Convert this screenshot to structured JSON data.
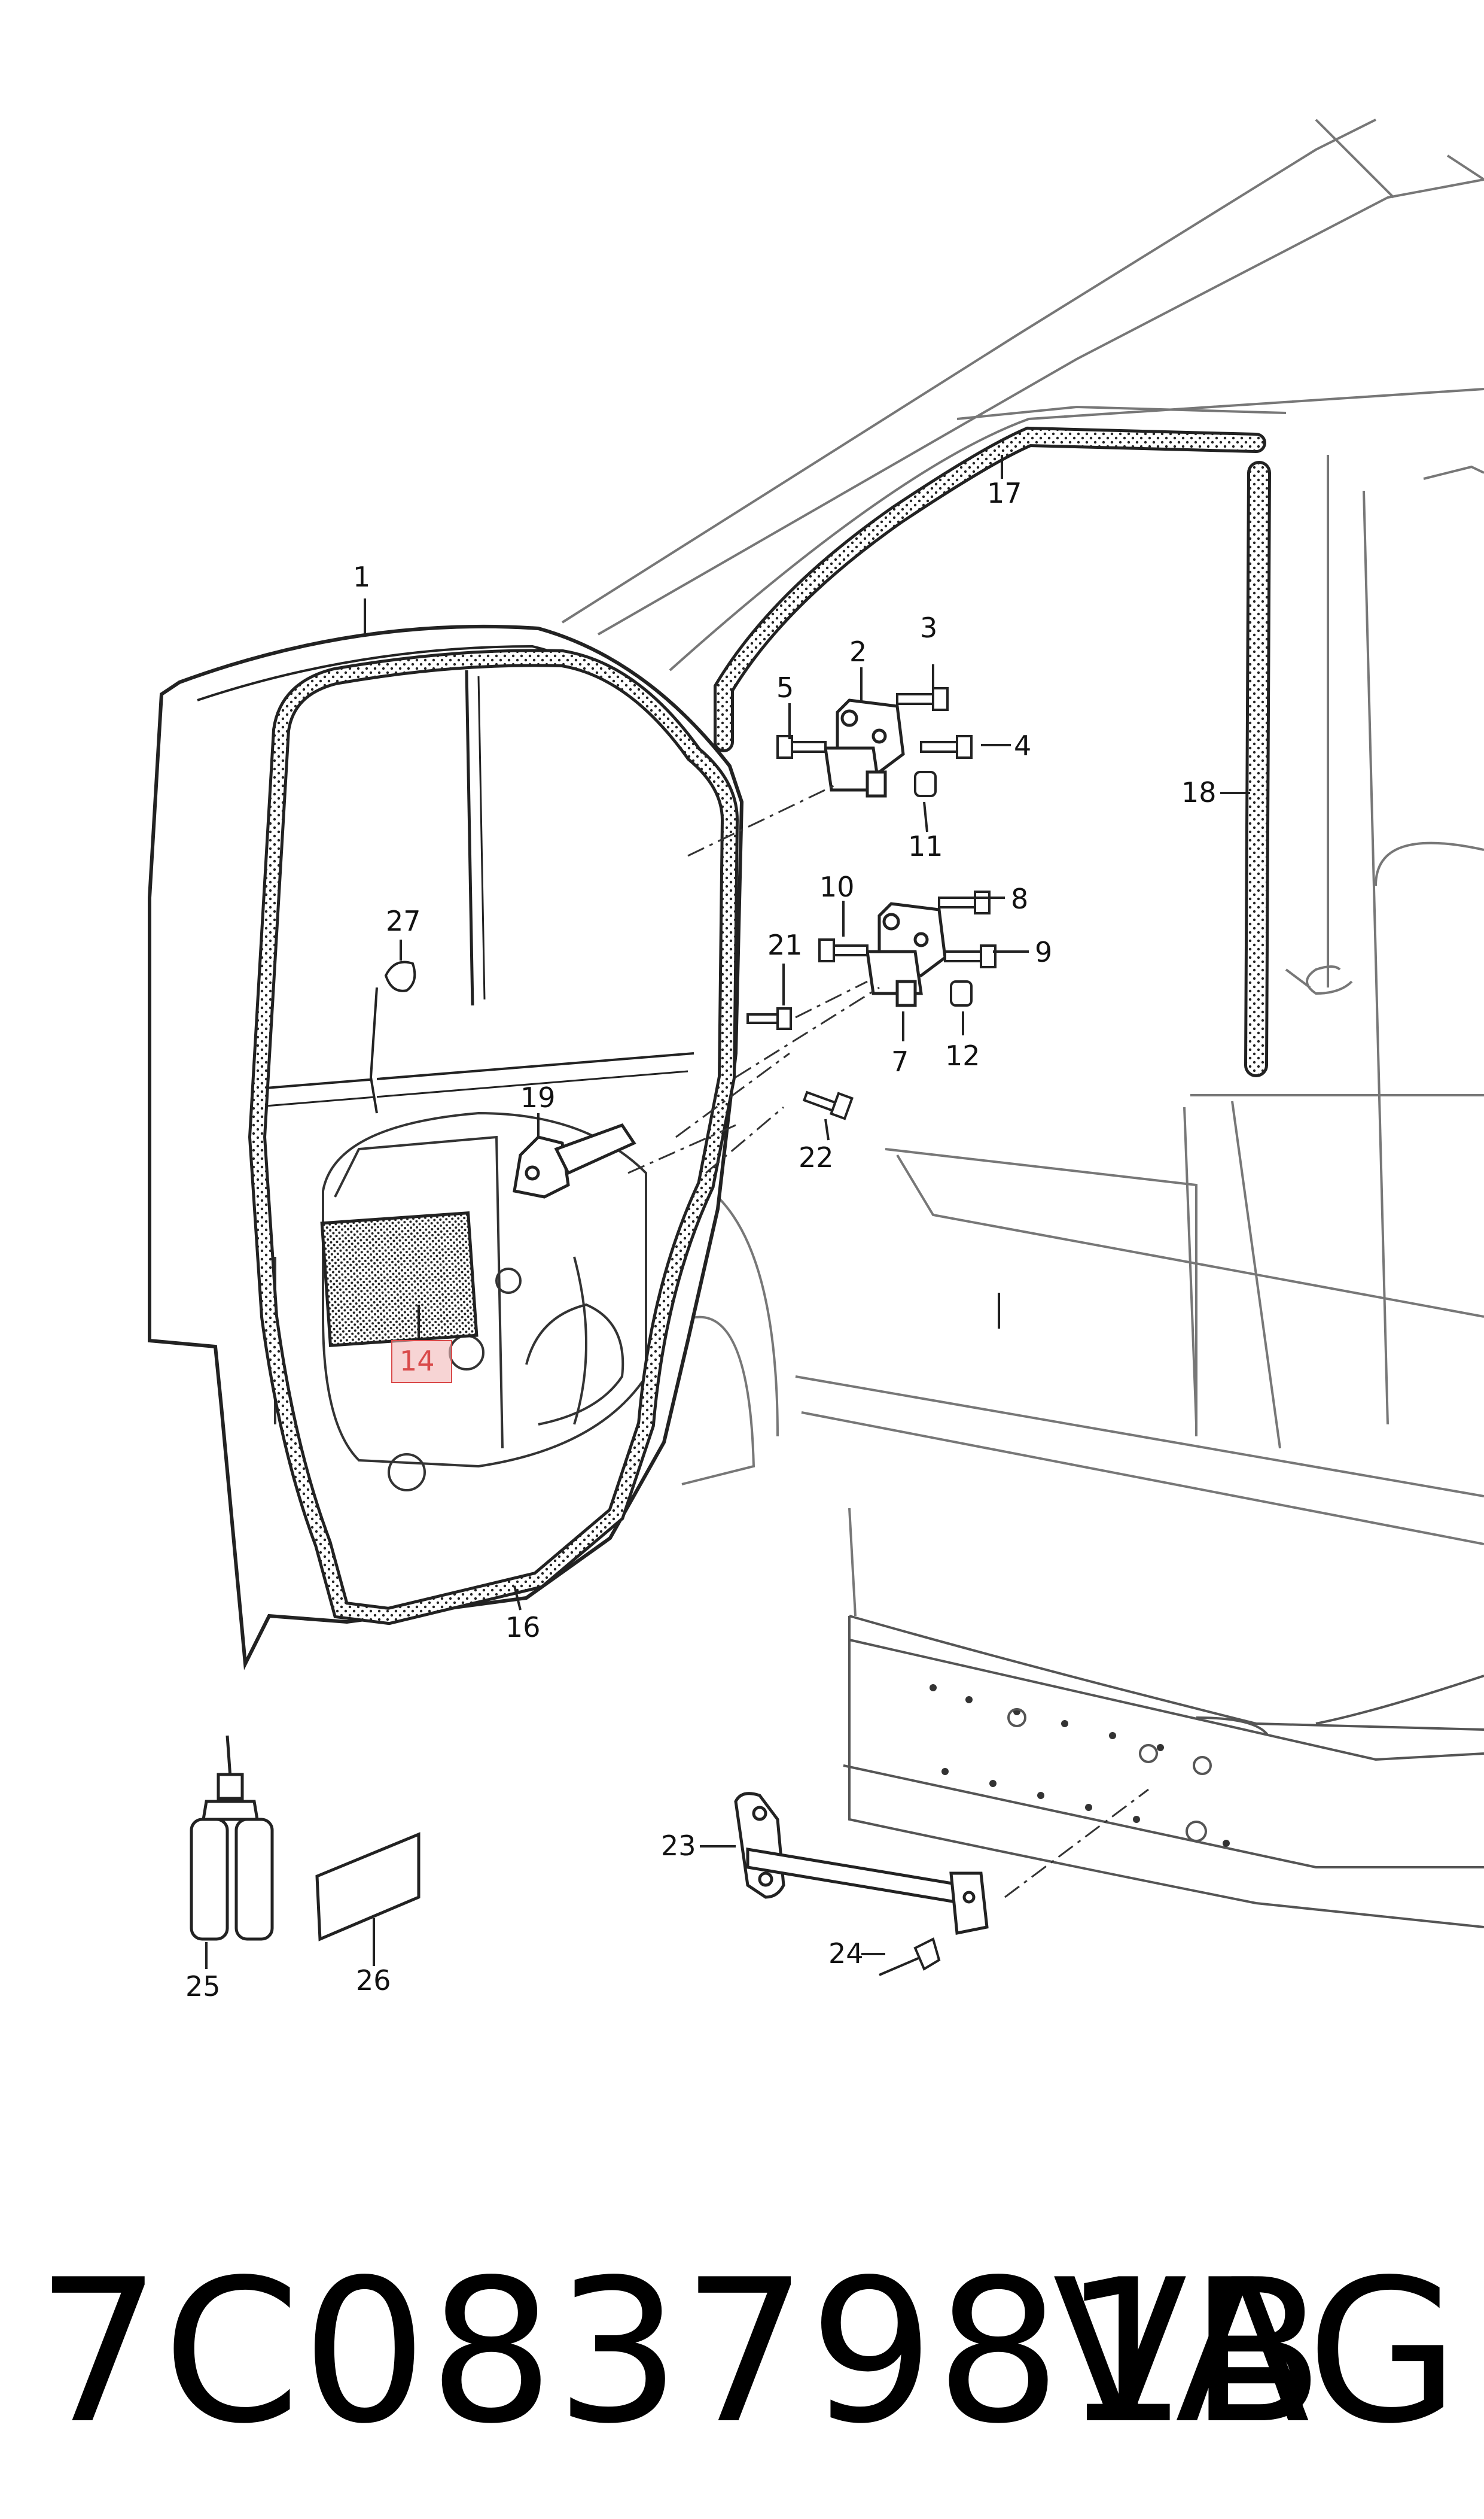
{
  "diagram": {
    "callouts": {
      "c1": "1",
      "c2": "2",
      "c3": "3",
      "c4": "4",
      "c5": "5",
      "c7": "7",
      "c8": "8",
      "c9": "9",
      "c10": "10",
      "c11": "11",
      "c12": "12",
      "c14": "14",
      "c16": "16",
      "c17": "17",
      "c18": "18",
      "c19": "19",
      "c21": "21",
      "c22": "22",
      "c23": "23",
      "c24": "24",
      "c25": "25",
      "c26": "26",
      "c27": "27"
    },
    "highlight_color": "#f2b8b8"
  },
  "footer": {
    "part_number": "7C0837981B",
    "brand": "VAG"
  }
}
